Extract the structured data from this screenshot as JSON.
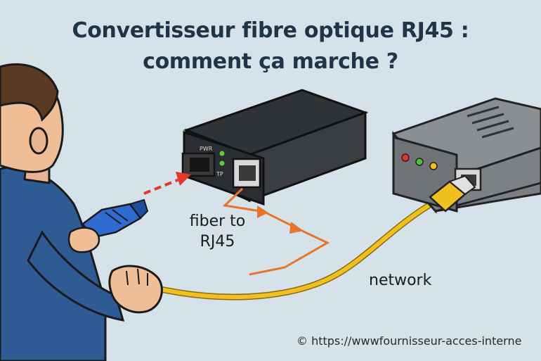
{
  "title": {
    "line1": "Convertisseur fibre optique RJ45 :",
    "line2": "comment ça marche ?"
  },
  "converter": {
    "led_pwr": "PWR",
    "led_tp": "TP"
  },
  "labels": {
    "fiber_line1": "fiber to",
    "fiber_line2": "RJ45",
    "network": "network"
  },
  "watermark": "© https://wwwfournisseur-acces-internet.c",
  "colors": {
    "background": "#d6e2ea",
    "title": "#1f3447",
    "fiber_cable": "#f0c020",
    "signal_arrow": "#e8742a",
    "light_arrow": "#e03a2a",
    "led_green": "#5ccc3c",
    "shirt": "#2f5b94"
  },
  "icons": {
    "arrow": "signal-arrow-icon"
  }
}
